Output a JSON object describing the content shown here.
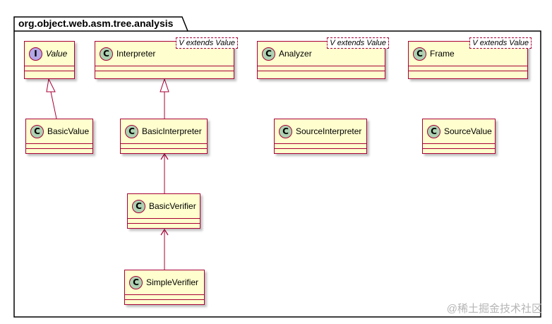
{
  "package": {
    "name": "org.object.web.asm.tree.analysis"
  },
  "classes": [
    {
      "id": "value",
      "name": "Value",
      "kind": "interface",
      "badge": "I",
      "generic": ""
    },
    {
      "id": "interpreter",
      "name": "Interpreter",
      "kind": "class",
      "badge": "C",
      "generic": "V extends Value"
    },
    {
      "id": "analyzer",
      "name": "Analyzer",
      "kind": "class",
      "badge": "C",
      "generic": "V extends Value"
    },
    {
      "id": "frame",
      "name": "Frame",
      "kind": "class",
      "badge": "C",
      "generic": "V extends Value"
    },
    {
      "id": "basic-value",
      "name": "BasicValue",
      "kind": "class",
      "badge": "C",
      "generic": ""
    },
    {
      "id": "basic-interpreter",
      "name": "BasicInterpreter",
      "kind": "class",
      "badge": "C",
      "generic": ""
    },
    {
      "id": "source-interpreter",
      "name": "SourceInterpreter",
      "kind": "class",
      "badge": "C",
      "generic": ""
    },
    {
      "id": "source-value",
      "name": "SourceValue",
      "kind": "class",
      "badge": "C",
      "generic": ""
    },
    {
      "id": "basic-verifier",
      "name": "BasicVerifier",
      "kind": "class",
      "badge": "C",
      "generic": ""
    },
    {
      "id": "simple-verifier",
      "name": "SimpleVerifier",
      "kind": "class",
      "badge": "C",
      "generic": ""
    }
  ],
  "relations": [
    {
      "from": "basic-value",
      "to": "value",
      "type": "realization"
    },
    {
      "from": "basic-interpreter",
      "to": "interpreter",
      "type": "inheritance"
    },
    {
      "from": "basic-verifier",
      "to": "basic-interpreter",
      "type": "association"
    },
    {
      "from": "simple-verifier",
      "to": "basic-verifier",
      "type": "association"
    }
  ],
  "colors": {
    "class_fill": "#fefece",
    "class_border": "#a80036",
    "class_badge": "#add1b2",
    "interface_badge": "#b4a7e5",
    "package_fill": "#ffffff",
    "package_border": "#000000"
  },
  "watermark": "@稀土掘金技术社区"
}
